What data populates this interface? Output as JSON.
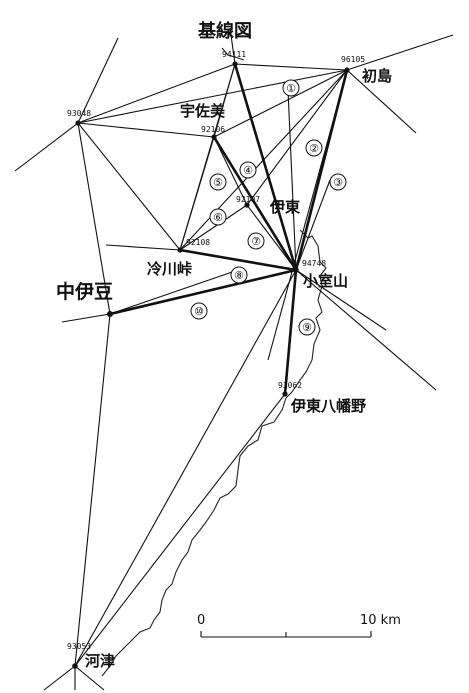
{
  "title": "基線図",
  "stations": [
    {
      "id": "s94111",
      "code": "94111",
      "name": ""
    },
    {
      "id": "s96105",
      "code": "96105",
      "name": "初島"
    },
    {
      "id": "s93048",
      "code": "93048",
      "name": ""
    },
    {
      "id": "s92106",
      "code": "92106",
      "name": "宇佐美"
    },
    {
      "id": "s92107",
      "code": "92107",
      "name": "伊東"
    },
    {
      "id": "s92108",
      "code": "92108",
      "name": "冷川峠"
    },
    {
      "id": "s94748",
      "code": "94748",
      "name": "小室山"
    },
    {
      "id": "nakaizu",
      "code": "",
      "name": "中伊豆"
    },
    {
      "id": "s93062",
      "code": "93062",
      "name": "伊東八幡野"
    },
    {
      "id": "s93053",
      "code": "93053",
      "name": "河津"
    }
  ],
  "baselines": [
    "①",
    "②",
    "③",
    "④",
    "⑤",
    "⑥",
    "⑦",
    "⑧",
    "⑨",
    "⑩"
  ],
  "scale": {
    "start": "0",
    "end": "10 km"
  }
}
